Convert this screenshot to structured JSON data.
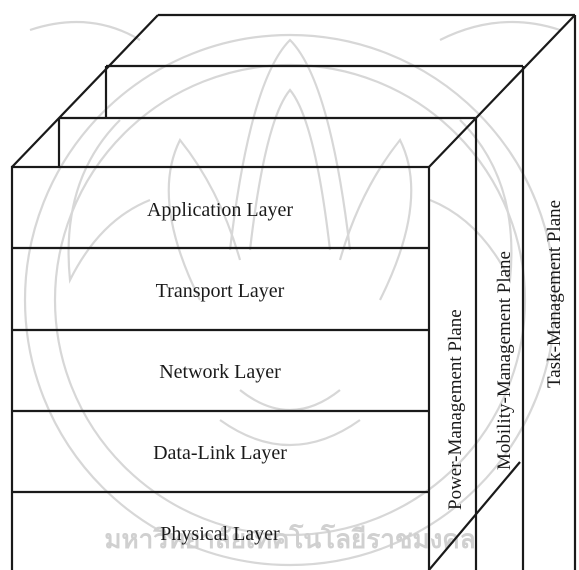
{
  "layers": [
    {
      "label": "Application Layer"
    },
    {
      "label": "Transport Layer"
    },
    {
      "label": "Network Layer"
    },
    {
      "label": "Data-Link Layer"
    },
    {
      "label": "Physical Layer"
    }
  ],
  "planes": [
    {
      "label": "Power-Management Plane"
    },
    {
      "label": "Mobility-Management Plane"
    },
    {
      "label": "Task-Management Plane"
    }
  ],
  "watermark": {
    "description_text": "มหาวิทยาลัยเทคโนโลยีราชมงคล",
    "colors": {
      "watermark": "#d0d0d0",
      "line": "#1a1a1a"
    }
  }
}
